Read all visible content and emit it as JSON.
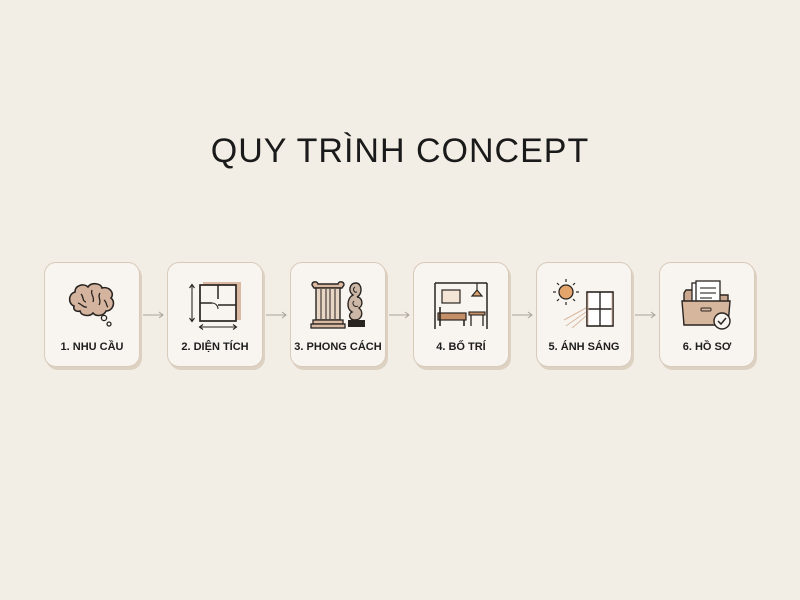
{
  "title": "QUY TRÌNH CONCEPT",
  "steps": [
    {
      "label": "1. NHU CẦU",
      "icon": "brain-thought-icon"
    },
    {
      "label": "2. DIỆN TÍCH",
      "icon": "floor-plan-icon"
    },
    {
      "label": "3. PHONG CÁCH",
      "icon": "column-sculpture-icon"
    },
    {
      "label": "4. BỐ TRÍ",
      "icon": "room-layout-icon"
    },
    {
      "label": "5. ÁNH SÁNG",
      "icon": "sun-window-icon"
    },
    {
      "label": "6. HỒ SƠ",
      "icon": "folder-check-icon"
    }
  ],
  "colors": {
    "background": "#f2ede5",
    "card": "#f8f5f0",
    "card_border": "#d9cbbb",
    "accent_tan": "#cfae95",
    "accent_orange": "#e3a56b",
    "arrow": "#a9a39b"
  }
}
